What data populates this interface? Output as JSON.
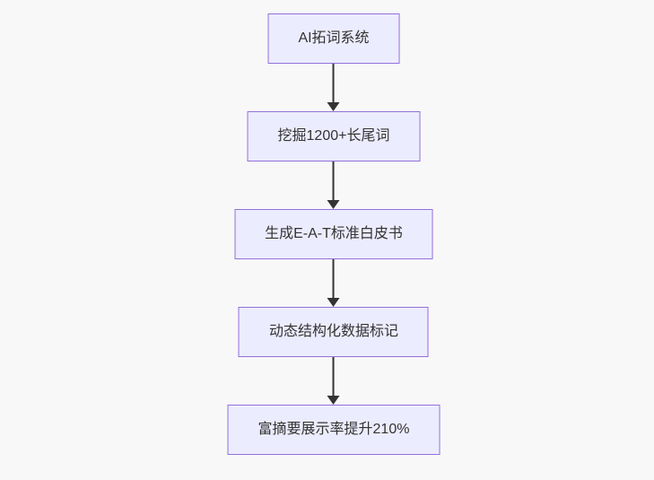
{
  "diagram": {
    "type": "flowchart",
    "direction": "top-down",
    "colors": {
      "background": "#f8f8f8",
      "node_fill": "#ececff",
      "node_border": "#9370db",
      "text": "#333333",
      "arrow": "#333333"
    },
    "nodes": [
      {
        "label": "AI拓词系统"
      },
      {
        "label": "挖掘1200+长尾词"
      },
      {
        "label": "生成E-A-T标准白皮书"
      },
      {
        "label": "动态结构化数据标记"
      },
      {
        "label": "富摘要展示率提升210%"
      }
    ],
    "edges": [
      {
        "from_index": 0,
        "to_index": 1,
        "style": "solid-arrow-down"
      },
      {
        "from_index": 1,
        "to_index": 2,
        "style": "solid-arrow-down"
      },
      {
        "from_index": 2,
        "to_index": 3,
        "style": "solid-arrow-down"
      },
      {
        "from_index": 3,
        "to_index": 4,
        "style": "solid-arrow-down"
      }
    ]
  }
}
